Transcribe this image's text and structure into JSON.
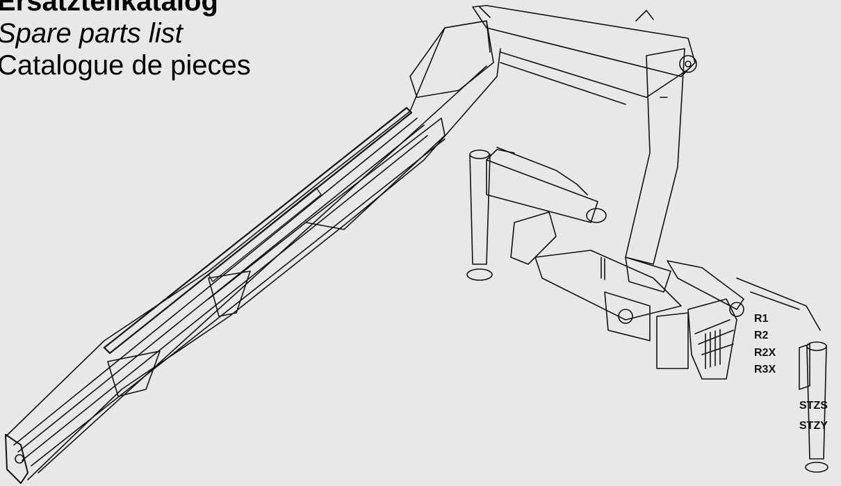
{
  "title": {
    "de": "Ersatzteilkatalog",
    "en": "Spare parts list",
    "fr": "Catalogue de pieces"
  },
  "variant_codes": [
    "R1",
    "R2",
    "R2X",
    "R3X",
    "STZS",
    "STZY"
  ]
}
